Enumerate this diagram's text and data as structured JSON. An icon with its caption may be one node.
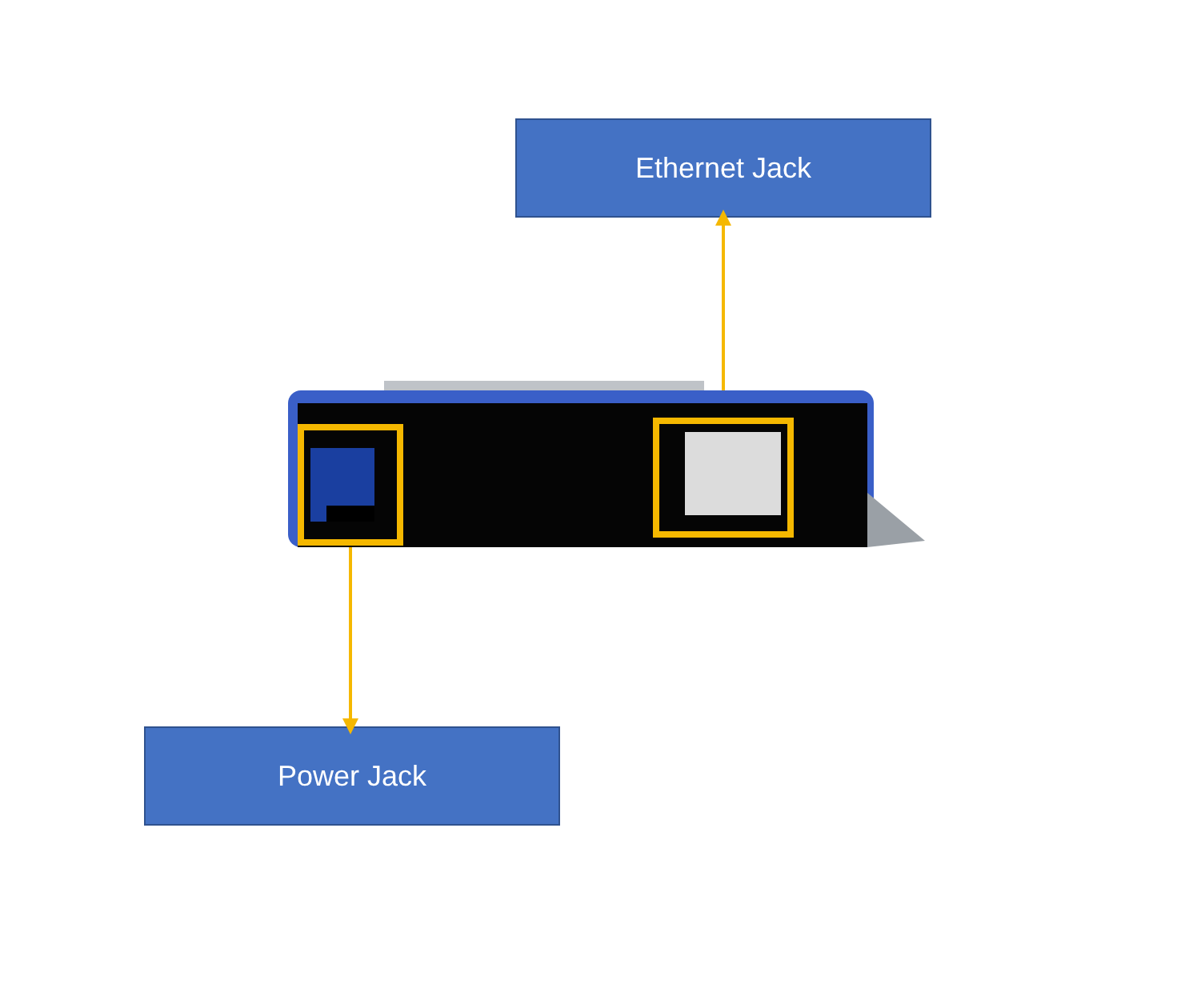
{
  "diagram": {
    "nodes": [
      {
        "text": [
          "Ethernet Jack"
        ]
      },
      {
        "text": [],
        "shape": "picture"
      },
      {
        "text": [],
        "shape": "box",
        "in": 1
      },
      {
        "text": [],
        "shape": "box",
        "in": 1
      },
      {
        "text": [
          "Power Jack"
        ]
      }
    ],
    "edges": [
      {
        "from": 3,
        "to": 0,
        "arrow": "to"
      },
      {
        "from": 2,
        "to": 4,
        "arrow": "to"
      }
    ]
  }
}
